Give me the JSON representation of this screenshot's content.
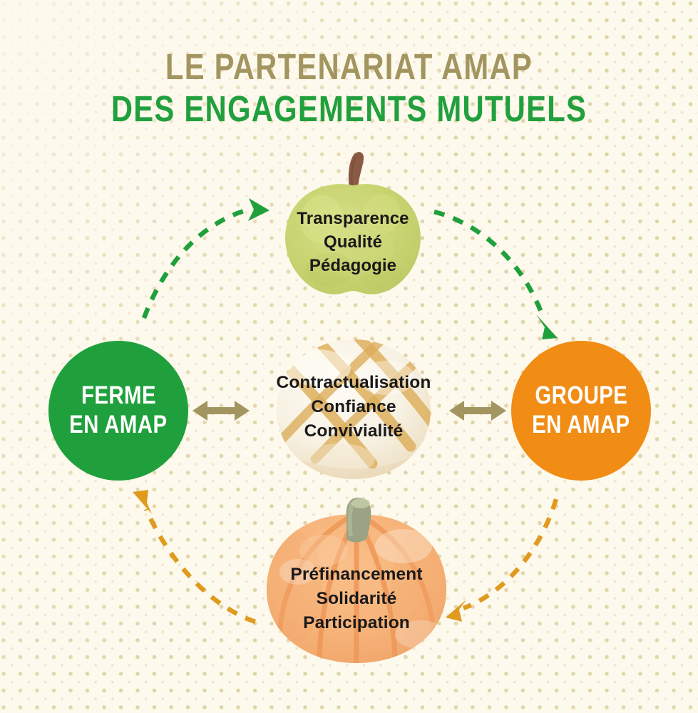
{
  "meta": {
    "background_color": "#fdf9ec",
    "dot_color": "#e0d2a6"
  },
  "title": {
    "line1": "LE PARTENARIAT AMAP",
    "line2": "DES ENGAGEMENTS MUTUELS",
    "line1_color": "#a3955f",
    "line2_color": "#21a03d"
  },
  "nodes": {
    "farm": {
      "label_line1": "FERME",
      "label_line2": "EN AMAP",
      "color": "#1fa03c",
      "text_color": "#ffffff"
    },
    "group": {
      "label_line1": "GROUPE",
      "label_line2": "EN AMAP",
      "color": "#f18c14",
      "text_color": "#ffffff"
    },
    "apple": {
      "icon": "apple-icon",
      "body_color": "#c9d572",
      "stem_color": "#8a5a43",
      "lines": [
        "Transparence",
        "Qualité",
        "Pédagogie"
      ]
    },
    "bread": {
      "icon": "bread-loaf-icon",
      "body_color": "#f8f2e5",
      "slash_color": "#e0b568",
      "lines": [
        "Contractualisation",
        "Confiance",
        "Convivialité"
      ]
    },
    "pumpkin": {
      "icon": "pumpkin-icon",
      "body_color": "#f6b379",
      "ridge_color": "#ef9a5b",
      "stem_color": "#9aa383",
      "lines": [
        "Préfinancement",
        "Solidarité",
        "Participation"
      ]
    }
  },
  "connectors": {
    "farm_to_bread": {
      "type": "double-headed-arrow",
      "color": "#a3955f"
    },
    "bread_to_group": {
      "type": "double-headed-arrow",
      "color": "#a3955f"
    },
    "farm_to_apple": {
      "type": "dashed-curved-arrow",
      "color": "#1fa03c",
      "direction": "clockwise"
    },
    "apple_to_group": {
      "type": "dashed-curved-arrow",
      "color": "#1fa03c",
      "direction": "clockwise"
    },
    "group_to_pumpkin": {
      "type": "dashed-curved-arrow",
      "color": "#e09b1e",
      "direction": "clockwise"
    },
    "pumpkin_to_farm": {
      "type": "dashed-curved-arrow",
      "color": "#e09b1e",
      "direction": "clockwise"
    }
  }
}
